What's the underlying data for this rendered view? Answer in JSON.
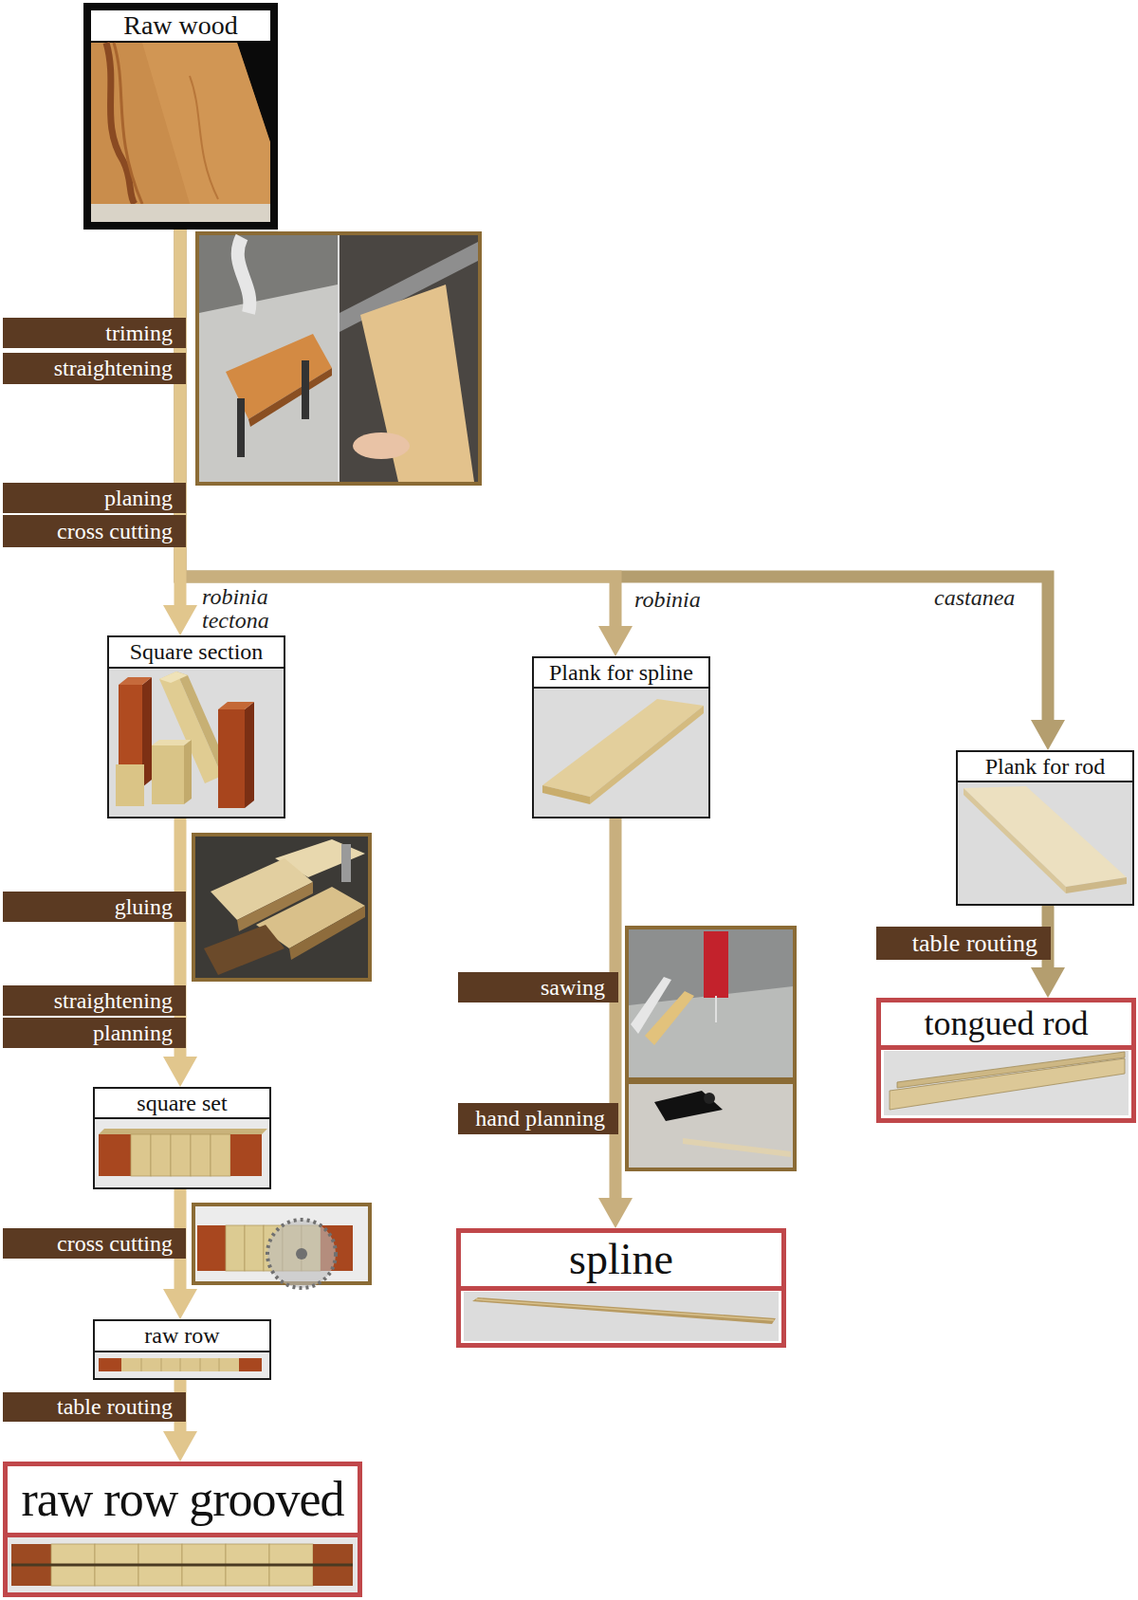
{
  "diagram": {
    "nodes": [
      {
        "text": [
          "Raw wood"
        ]
      },
      {
        "text": [
          "triming"
        ]
      },
      {
        "text": [
          "straightening"
        ]
      },
      {
        "text": [
          "planing"
        ]
      },
      {
        "text": [
          "cross cutting"
        ]
      },
      {
        "text": [
          "Square section"
        ]
      },
      {
        "text": [
          "Plank for spline"
        ]
      },
      {
        "text": [
          "Plank for rod"
        ]
      },
      {
        "text": [
          "gluing"
        ]
      },
      {
        "text": [
          "table routing"
        ]
      },
      {
        "text": [
          "sawing"
        ]
      },
      {
        "text": [
          "straightening"
        ]
      },
      {
        "text": [
          "tongued rod"
        ]
      },
      {
        "text": [
          "planning"
        ]
      },
      {
        "text": [
          "square set"
        ]
      },
      {
        "text": [
          "hand planning"
        ]
      },
      {
        "text": [
          "cross cutting"
        ]
      },
      {
        "text": [
          "spline"
        ]
      },
      {
        "text": [
          "raw row"
        ]
      },
      {
        "text": [
          "table routing"
        ]
      },
      {
        "text": [
          "raw row grooved"
        ]
      }
    ],
    "edges": [
      {
        "from": 0,
        "to": 5,
        "label": "robinia tectona",
        "arrow": "to"
      },
      {
        "from": 0,
        "to": 6,
        "label": "robinia",
        "arrow": "to"
      },
      {
        "from": 0,
        "to": 7,
        "label": "castanea",
        "arrow": "to"
      },
      {
        "from": 5,
        "to": 14,
        "arrow": "to"
      },
      {
        "from": 14,
        "to": 18,
        "arrow": "to"
      },
      {
        "from": 18,
        "to": 20,
        "arrow": "to"
      },
      {
        "from": 6,
        "to": 17,
        "arrow": "to"
      },
      {
        "from": 7,
        "to": 12,
        "arrow": "to"
      }
    ]
  }
}
